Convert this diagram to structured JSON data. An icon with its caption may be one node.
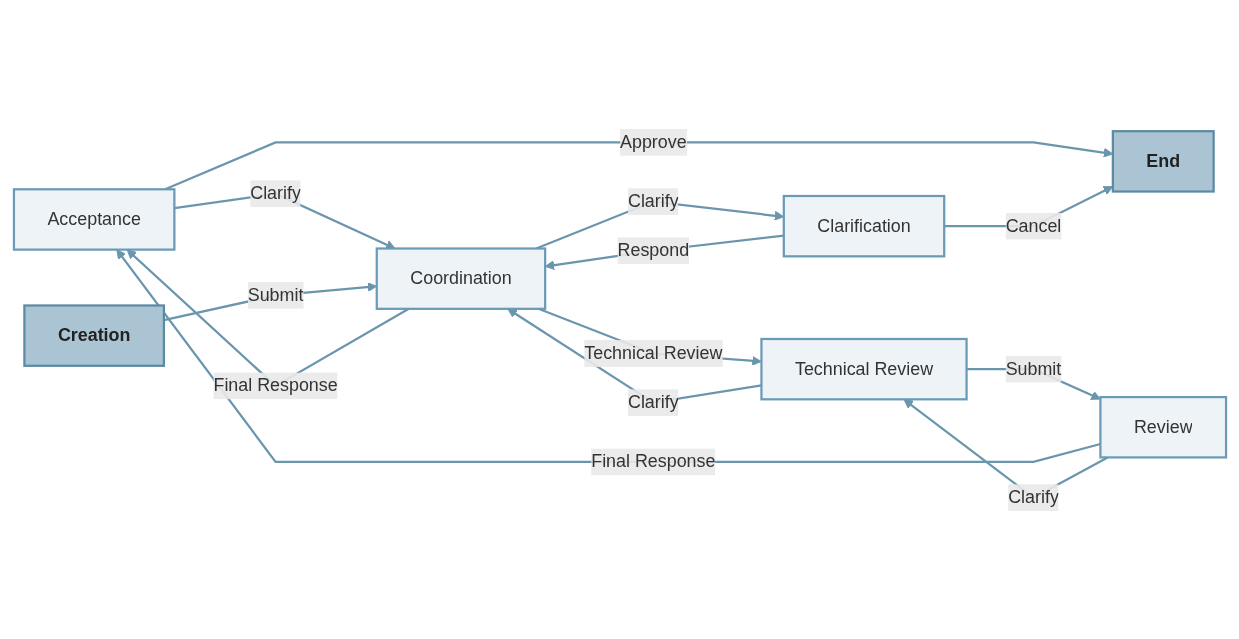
{
  "diagram": {
    "nodes": [
      {
        "text": [
          "Acceptance"
        ]
      },
      {
        "text": [
          "Creation"
        ]
      },
      {
        "text": [
          "Coordination"
        ]
      },
      {
        "text": [
          "Technical Review"
        ]
      },
      {
        "text": [
          "Review"
        ]
      },
      {
        "text": [
          "Clarification"
        ]
      },
      {
        "text": [
          "End"
        ]
      }
    ],
    "edges": [
      {
        "from": 0,
        "to": 6,
        "arrow": "to",
        "label": "Approve"
      },
      {
        "from": 4,
        "to": 0,
        "arrow": "to",
        "label": "Final Response"
      },
      {
        "from": 2,
        "to": 0,
        "arrow": "to",
        "label": "Final Response"
      },
      {
        "from": 0,
        "to": 2,
        "arrow": "to",
        "label": "Clarify"
      },
      {
        "from": 1,
        "to": 2,
        "arrow": "to",
        "label": "Submit"
      },
      {
        "from": 2,
        "to": 3,
        "arrow": "to",
        "label": "Technical Review"
      },
      {
        "from": 3,
        "to": 4,
        "arrow": "to",
        "label": "Submit"
      },
      {
        "from": 3,
        "to": 2,
        "arrow": "to",
        "label": "Clarify"
      },
      {
        "from": 4,
        "to": 3,
        "arrow": "to",
        "label": "Clarify"
      },
      {
        "from": 2,
        "to": 5,
        "arrow": "to",
        "label": "Clarify"
      },
      {
        "from": 5,
        "to": 2,
        "arrow": "to",
        "label": "Respond"
      },
      {
        "from": 5,
        "to": 6,
        "arrow": "to",
        "label": "Cancel"
      }
    ]
  }
}
